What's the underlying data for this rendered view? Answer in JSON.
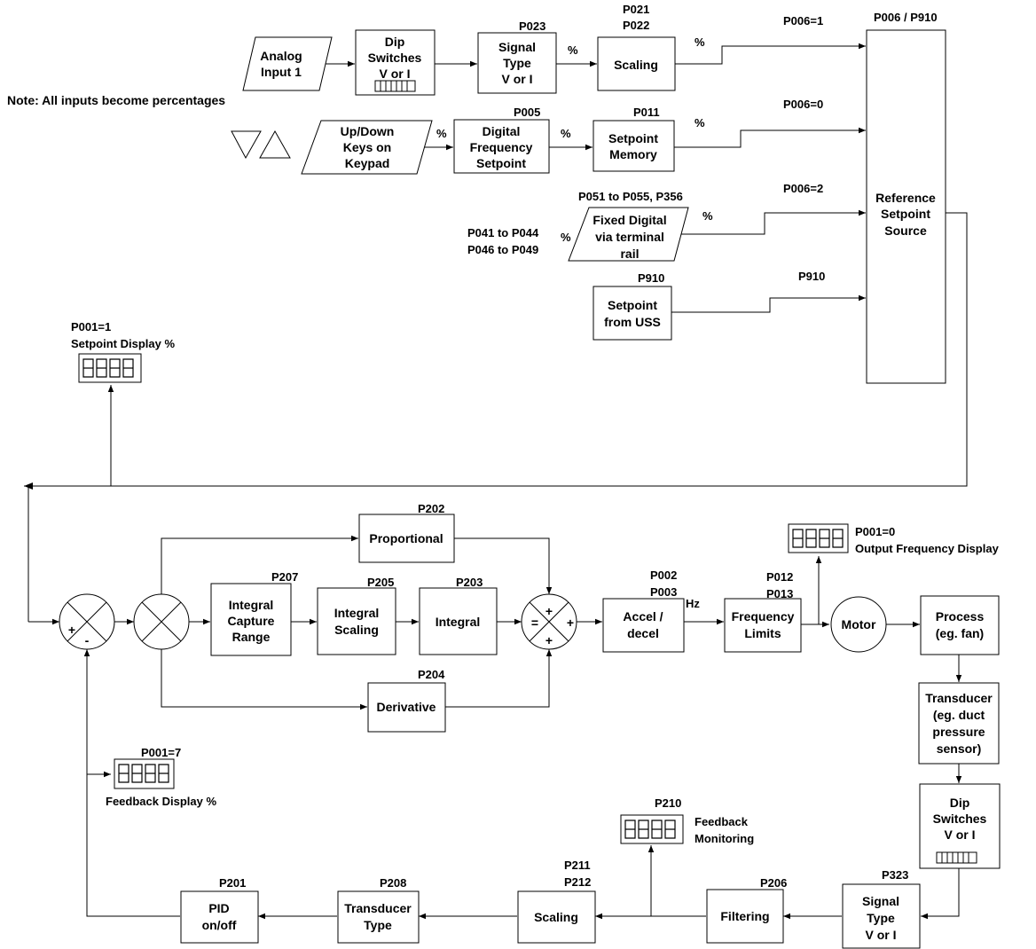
{
  "note": "Note: All inputs become percentages",
  "blocks": {
    "analog_input": [
      "Analog",
      "Input 1"
    ],
    "dip_switches_top": [
      "Dip",
      "Switches",
      "V or I"
    ],
    "signal_type_top": [
      "Signal",
      "Type",
      "V or I"
    ],
    "scaling_top": [
      "Scaling"
    ],
    "updown_keys": [
      "Up/Down",
      "Keys on",
      "Keypad"
    ],
    "digital_freq_setpoint": [
      "Digital",
      "Frequency",
      "Setpoint"
    ],
    "setpoint_memory": [
      "Setpoint",
      "Memory"
    ],
    "fixed_digital": [
      "Fixed Digital",
      "via terminal",
      "rail"
    ],
    "setpoint_uss": [
      "Setpoint",
      "from USS"
    ],
    "reference_source": [
      "Reference",
      "Setpoint",
      "Source"
    ],
    "integral_capture": [
      "Integral",
      "Capture",
      "Range"
    ],
    "integral_scaling": [
      "Integral",
      "Scaling"
    ],
    "integral": [
      "Integral"
    ],
    "proportional": [
      "Proportional"
    ],
    "derivative": [
      "Derivative"
    ],
    "accel_decel": [
      "Accel /",
      "decel"
    ],
    "frequency_limits": [
      "Frequency",
      "Limits"
    ],
    "motor": [
      "Motor"
    ],
    "process": [
      "Process",
      "(eg. fan)"
    ],
    "transducer": [
      "Transducer",
      "(eg. duct",
      "pressure",
      "sensor)"
    ],
    "dip_switches_bottom": [
      "Dip",
      "Switches",
      "V or I"
    ],
    "signal_type_bottom": [
      "Signal",
      "Type",
      "V or I"
    ],
    "filtering": [
      "Filtering"
    ],
    "scaling_bottom": [
      "Scaling"
    ],
    "transducer_type": [
      "Transducer",
      "Type"
    ],
    "pid_onoff": [
      "PID",
      "on/off"
    ]
  },
  "params": {
    "p023": "P023",
    "p021": "P021",
    "p022": "P022",
    "p006_p910": "P006 / P910",
    "p006_1": "P006=1",
    "p005": "P005",
    "p011": "P011",
    "p006_0": "P006=0",
    "p051_p356": "P051 to P055, P356",
    "p006_2": "P006=2",
    "p041_p044": "P041 to P044",
    "p046_p049": "P046 to P049",
    "p910_box": "P910",
    "p910_line": "P910",
    "p001_1": "P001=1",
    "setpoint_display": "Setpoint Display %",
    "p202": "P202",
    "p207": "P207",
    "p205": "P205",
    "p203": "P203",
    "p204": "P204",
    "p002": "P002",
    "p003": "P003",
    "p012": "P012",
    "p013": "P013",
    "p001_0": "P001=0",
    "output_freq_display": "Output Frequency Display",
    "p001_7": "P001=7",
    "feedback_display": "Feedback Display %",
    "p210": "P210",
    "feedback_monitoring": [
      "Feedback",
      "Monitoring"
    ],
    "p211": "P211",
    "p212": "P212",
    "p206": "P206",
    "p323": "P323",
    "p208": "P208",
    "p201": "P201"
  },
  "units": {
    "pct": "%",
    "hz": "Hz"
  },
  "signs": {
    "plus": "+",
    "minus": "-",
    "equals": "="
  },
  "displays": {
    "digits": "8888"
  }
}
